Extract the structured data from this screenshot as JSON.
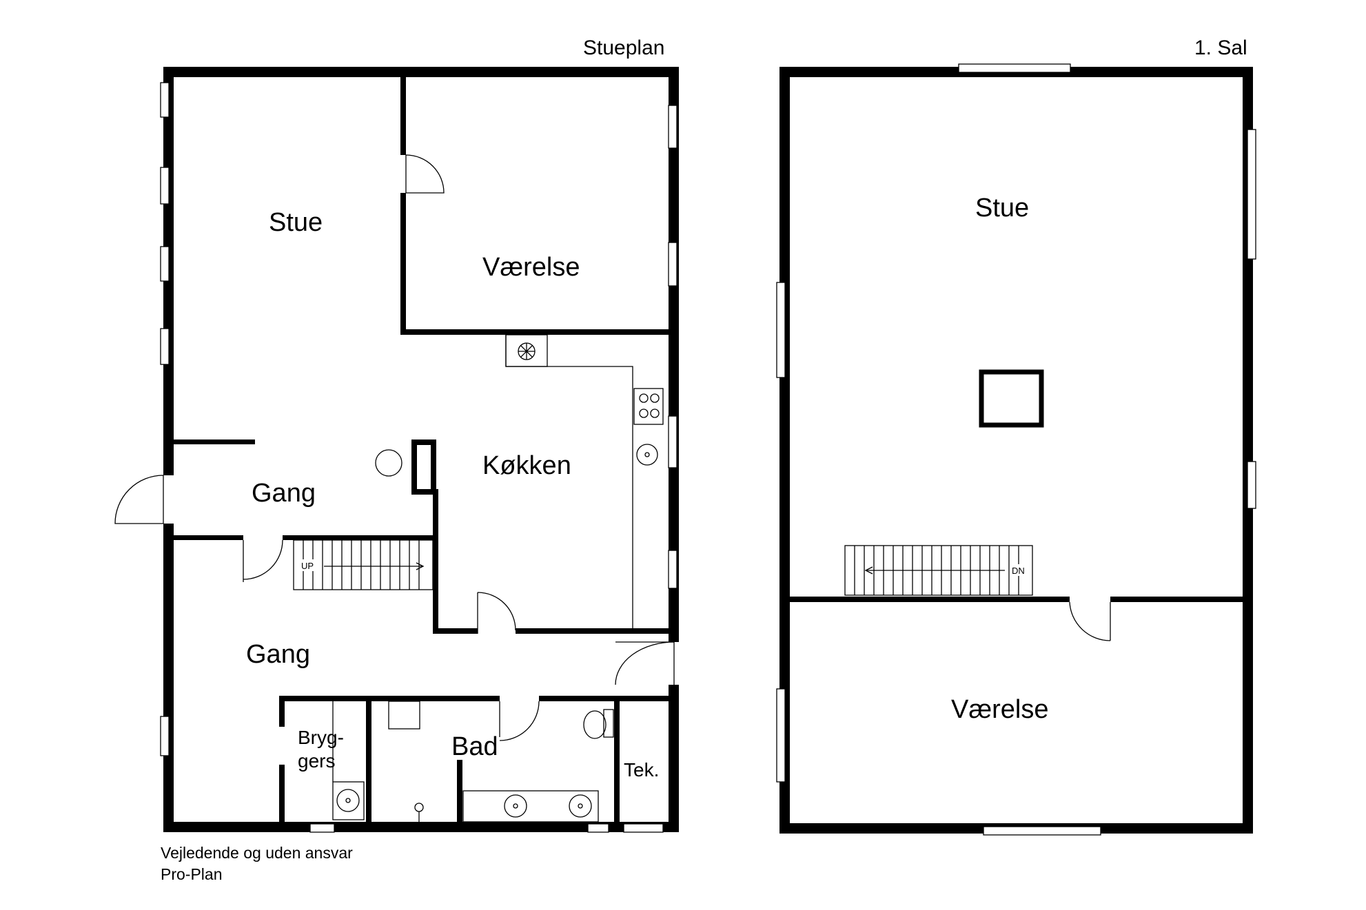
{
  "ground_floor": {
    "title": "Stueplan",
    "rooms": {
      "stue": "Stue",
      "vaerelse": "Værelse",
      "koekken": "Køkken",
      "gang_upper": "Gang",
      "gang_lower": "Gang",
      "bryggers_line1": "Bryg-",
      "bryggers_line2": "gers",
      "bad": "Bad",
      "teknik": "Tek."
    },
    "stair_label": "UP"
  },
  "first_floor": {
    "title": "1. Sal",
    "rooms": {
      "stue": "Stue",
      "vaerelse": "Værelse"
    },
    "stair_label": "DN"
  },
  "footer": {
    "disclaimer": "Vejledende og uden ansvar",
    "credit": "Pro-Plan"
  }
}
